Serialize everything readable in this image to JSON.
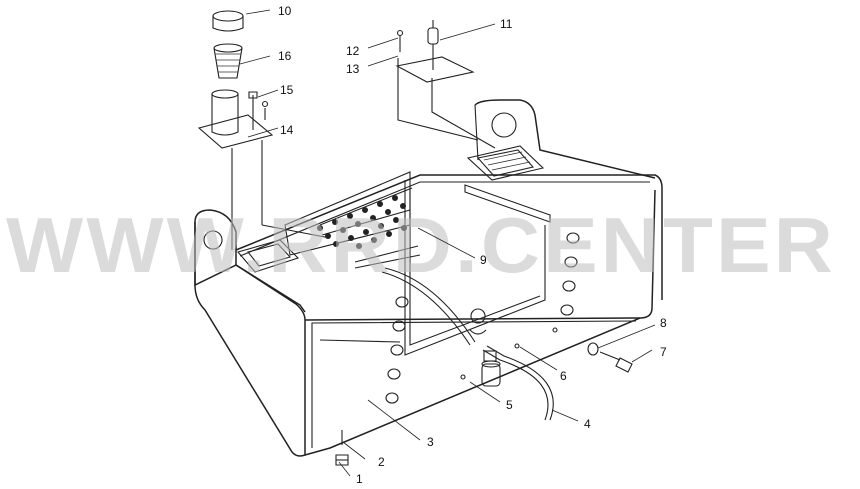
{
  "watermark": {
    "text": "WWW.RRD.CENTER",
    "color": "#bdbdbd"
  },
  "callouts": [
    {
      "id": "1",
      "label": "1"
    },
    {
      "id": "2",
      "label": "2"
    },
    {
      "id": "3",
      "label": "3"
    },
    {
      "id": "4",
      "label": "4"
    },
    {
      "id": "5",
      "label": "5"
    },
    {
      "id": "6",
      "label": "6"
    },
    {
      "id": "7",
      "label": "7"
    },
    {
      "id": "8",
      "label": "8"
    },
    {
      "id": "9",
      "label": "9"
    },
    {
      "id": "10",
      "label": "10"
    },
    {
      "id": "11",
      "label": "11"
    },
    {
      "id": "12",
      "label": "12"
    },
    {
      "id": "13",
      "label": "13"
    },
    {
      "id": "14",
      "label": "14"
    },
    {
      "id": "15",
      "label": "15"
    },
    {
      "id": "16",
      "label": "16"
    }
  ],
  "colors": {
    "line": "#222222",
    "background": "#ffffff"
  }
}
